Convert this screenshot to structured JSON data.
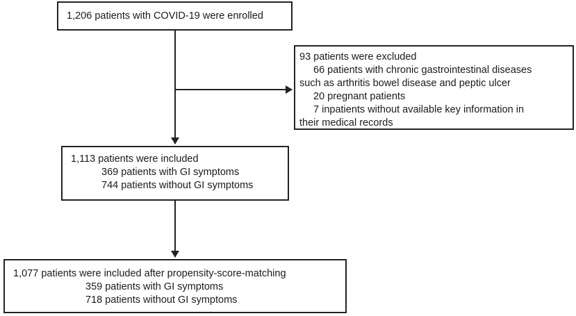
{
  "flowchart": {
    "enrolled": {
      "lines": [
        "1,206 patients with COVID-19 were enrolled"
      ]
    },
    "excluded": {
      "lines": [
        "93 patients were excluded",
        "66 patients with chronic gastrointestinal diseases",
        "such as arthritis bowel disease and peptic ulcer",
        "20 pregnant patients",
        "7 inpatients without available key information in",
        "their medical records"
      ]
    },
    "included": {
      "lines": [
        "1,113 patients were included",
        "369 patients with GI symptoms",
        "744 patients without GI symptoms"
      ]
    },
    "matched": {
      "lines": [
        "1,077 patients were included after propensity-score-matching",
        "359 patients with GI symptoms",
        "718 patients without GI symptoms"
      ]
    }
  },
  "colors": {
    "stroke": "#222222",
    "text": "#1a1a1a",
    "background": "#ffffff"
  }
}
